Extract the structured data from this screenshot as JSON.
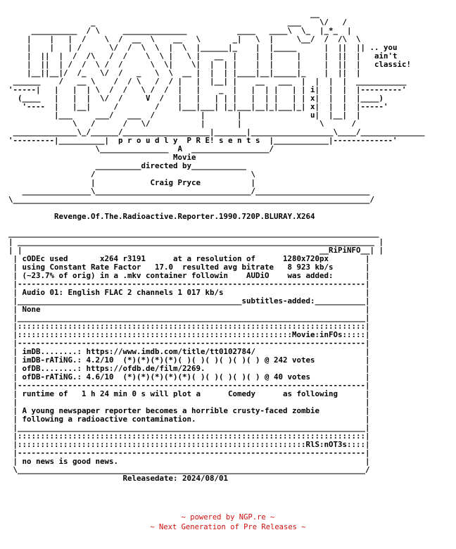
{
  "nfo_text": "                                                                  __\n                  _                                          ___    \\/   /\n     __________  / \\     ______________           ____   ____\\  \\_  |_*_  |\n    |    |   |  /    \\  /  __  \\    __   \\       _|   \\  |     \\__/  /  /\\  \\\n    |    |   | /      \\/  /  \\  \\  |  \\  |______|_    |  |_____      |  ||  || .. you\n    |  ||  |  /  /\\   /  /    \\  \\ |   \\ |   __  |    |  |     |     |  ||  |   ain't\n    |  ||  | /  /  \\ /  /      \\  \\|    \\|  |  | |    |  |     |     |  ||  |   classic!\n    |__||__|/  /_   \\/  /   _   \\  \\  __ |  |  | |____|__|_____|_    |  ||  |\n ______    /   __ \\    /  / \\   /  / |   |  |__| |    __   ___  |  |  |  |  ___________\n'-----|   |   |  | \\  /  /   \\ /  /  |   |    _  |   |  | |   | | i|  |  |  |---------'\n  (____   |   |  |  \\/  /     V  /   |   |   | | |   |  | |   | | x|  |  |  |____)\n   '----  |   |__|     /        /    |___|___| |_|___|__|_|___|_| x|  |  |  |-----'\n          |___     ___/   ___  /          |       |               u|  |__|  |\n              \\   /      /   \\/           |       |                 \\      /\n ______________\\_/______/___________________|_______|__________________\\____/______________\n'---------|__________|  p r o u d l y  P R E! s e n t s  |____________|-------------'\n                   \\_______________  A  _________________/\n                                    Movie\n                   __________directed by____________\n                  /                                  \\\n                  |            Craig Pryce           |\n   _______________\\__________________________________/_________________________\n\\______________________________________________________________________________/\n\n          Revenge.Of.The.Radioactive.Reporter.1990.720P.BLURAY.X264\n\n_________________________________________________________________________________\n| ______________________________________________________________________________ |\n| |                                                                 __RiPiNFO__| |\n | cODEc used       x264 r3191      at a resolution of      1280x720px        |\n | using Constant Rate Factor   17.0  resulted avg bitrate   8 923 kb/s       |\n | (~23.7% of orig) in a .mkv container followin    AUDiO    was added:       |\n |----------------------------------------------------------------------------|\n | Audio 01: English FLAC 2 channels 1 017 kb/s                               |\n |_________________________________________________subtitles-added:___________|\n | None                                                                       |\n |____________________________________________________________________________|\n |::::::::::::::::::::::::::::::::::::::::::::::::::::::::::::::::::::::::::::|\n |::::::::::::::::::::::::::::::::::::::::::::::::::::::::::::Movie:inFOs:::::|\n |----------------------------------------------------------------------------|\n | imDB........: https://www.imdb.com/title/tt0102784/                        |\n | imDB-rATiNG.: 4.2/10  (*)(*)(*)(*)( )( )( )( )( )( ) @ 242 votes           |\n | ofDB........: https://ofdb.de/film/2269.                                   |\n | ofDB-rATiNG.: 4.6/10  (*)(*)(*)(*)(*)( )( )( )( )( ) @ 40 votes            |\n |----------------------------------------------------------------------------|\n | runtime of   1 h 24 min 0 s will plot a      Comedy      as following      |\n |                                                                            |\n | A young newspaper reporter becomes a horrible crusty-faced zombie          |\n | following a radioactive contamination.                                     |\n |____________________________________________________________________________|\n |::::::::::::::::::::::::::::::::::::::::::::::::::::::::::::::::::::::::::::|\n |:::::::::::::::::::::::::::::::::::::::::::::::::::::::::::::::RlS:nOT3s::::|\n |----------------------------------------------------------------------------|\n | no news is good news.                                                      |\n \\____________________________________________________________________________/\n                         Releasedate: 2024/08/01",
  "footer": {
    "line1": "~ powered by NGP.re ~",
    "line2": "~ Next Generation of Pre Releases ~"
  },
  "colors": {
    "text": "#000000",
    "footer": "#d01010",
    "background": "#ffffff"
  }
}
